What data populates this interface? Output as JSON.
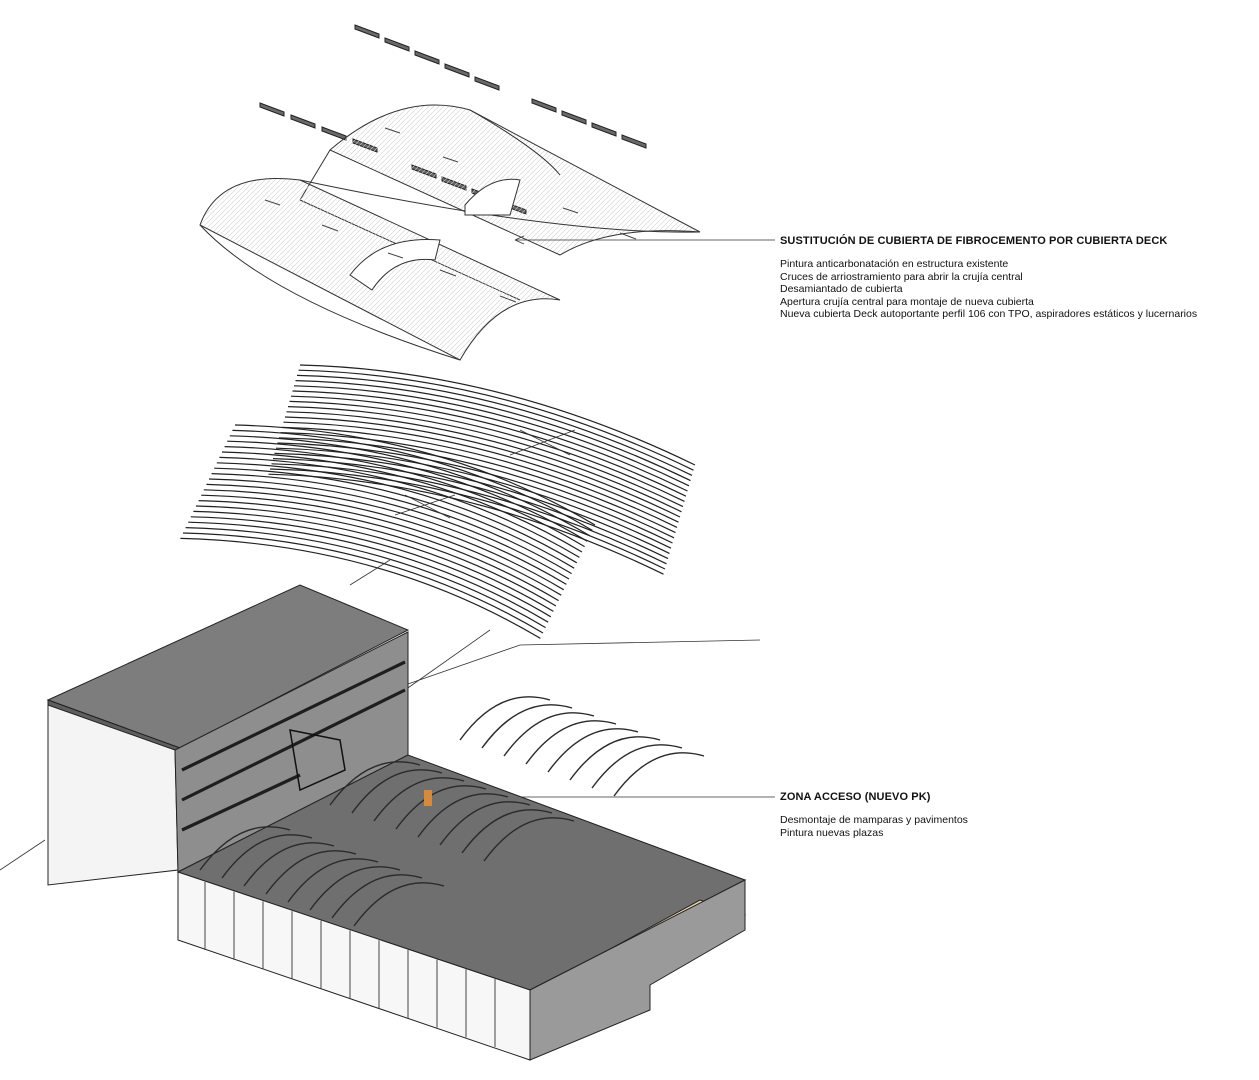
{
  "annotations": [
    {
      "id": "roof",
      "title": "SUSTITUCIÓN DE CUBIERTA DE FIBROCEMENTO POR CUBIERTA DECK",
      "items": [
        "Pintura anticarbonatación en estructura existente",
        "Cruces de arriostramiento para abrir la crujía central",
        "Desamiantado de cubierta",
        "Apertura crujía central para montaje de nueva cubierta",
        "Nueva cubierta Deck autoportante perfil 106 con TPO, aspiradores estáticos y lucernarios"
      ]
    },
    {
      "id": "access",
      "title": "ZONA ACCESO (NUEVO PK)",
      "items": [
        "Desmontaje de mamparas y pavimentos",
        "Pintura nuevas plazas"
      ]
    }
  ],
  "colors": {
    "roof_dark": "#7d7d7d",
    "wall_grey": "#8e8e8e",
    "facade_white": "#f4f4f4",
    "deck_wood": "#e9d5a6",
    "door_orange": "#d68a3c",
    "line": "#222222"
  }
}
